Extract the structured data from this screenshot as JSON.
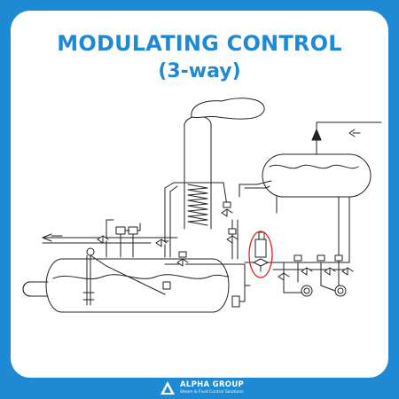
{
  "title": {
    "line1": "MODULATING CONTROL",
    "line2": "(3-way)"
  },
  "footer": {
    "brand": "ALPHA GROUP",
    "tagline": "Steam & Fluid Control Solutions",
    "logo_icon": "alpha-triangle-logo-icon"
  },
  "colors": {
    "background": "#1e8ad3",
    "card": "#ffffff",
    "title": "#1e8ad3",
    "line": "#222222",
    "highlight": "#e02020"
  }
}
